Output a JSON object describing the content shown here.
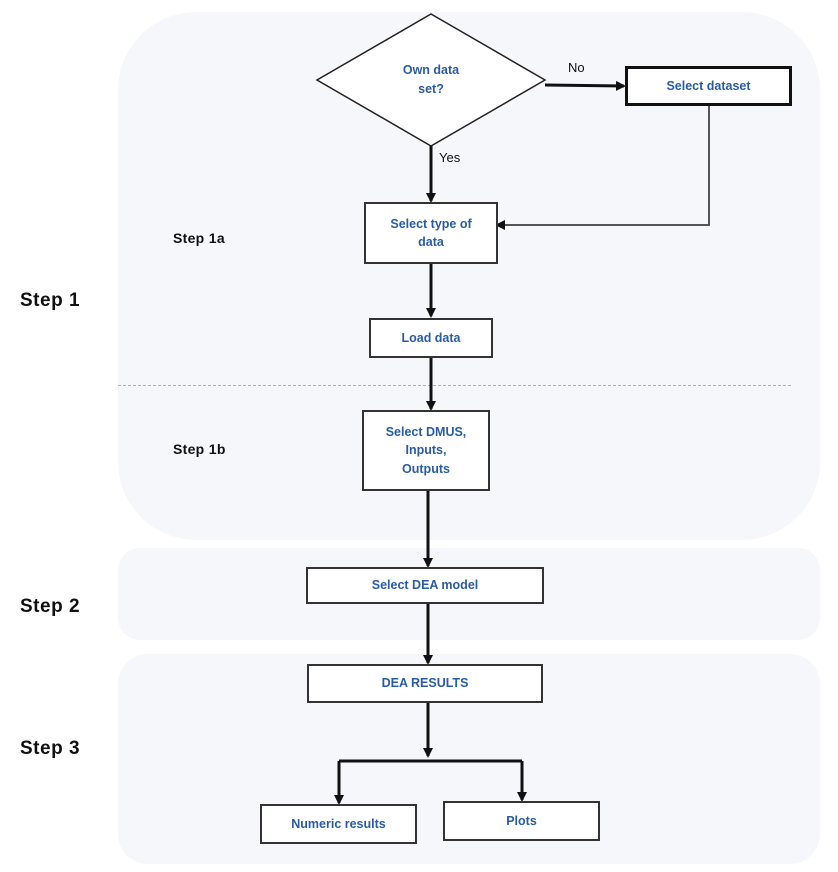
{
  "steps": {
    "step1": "Step 1",
    "step1a": "Step 1a",
    "step1b": "Step 1b",
    "step2": "Step 2",
    "step3": "Step 3"
  },
  "nodes": {
    "own_data_question": [
      "Own data",
      "set?"
    ],
    "select_dataset": "Select dataset",
    "select_type_of_data": [
      "Select type of",
      "data"
    ],
    "load_data": "Load data",
    "select_dmus": [
      "Select DMUS,",
      "Inputs,",
      "Outputs"
    ],
    "select_dea_model": "Select DEA model",
    "dea_results": "DEA RESULTS",
    "numeric_results": "Numeric results",
    "plots": "Plots"
  },
  "edge_labels": {
    "no": "No",
    "yes": "Yes"
  },
  "colors": {
    "node_text": "#2a5ca3",
    "panel_bg": "#f5f7fa",
    "divider": "#86b9e0"
  }
}
